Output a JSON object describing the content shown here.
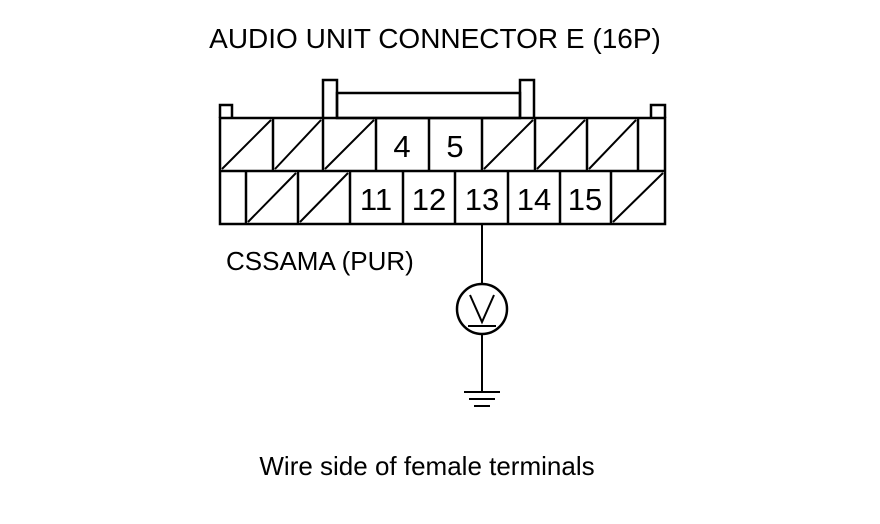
{
  "diagram": {
    "title": "AUDIO UNIT CONNECTOR E (16P)",
    "wire_label": "CSSAMA (PUR)",
    "caption": "Wire side of female terminals",
    "connector": {
      "top_row": [
        "",
        "",
        "",
        "4",
        "5",
        "",
        "",
        "",
        ""
      ],
      "bottom_row": [
        "",
        "",
        "",
        "11",
        "12",
        "13",
        "14",
        "15",
        ""
      ],
      "measured_terminal": "13"
    },
    "meter_icon": "voltmeter-icon",
    "ground_icon": "ground-icon"
  }
}
